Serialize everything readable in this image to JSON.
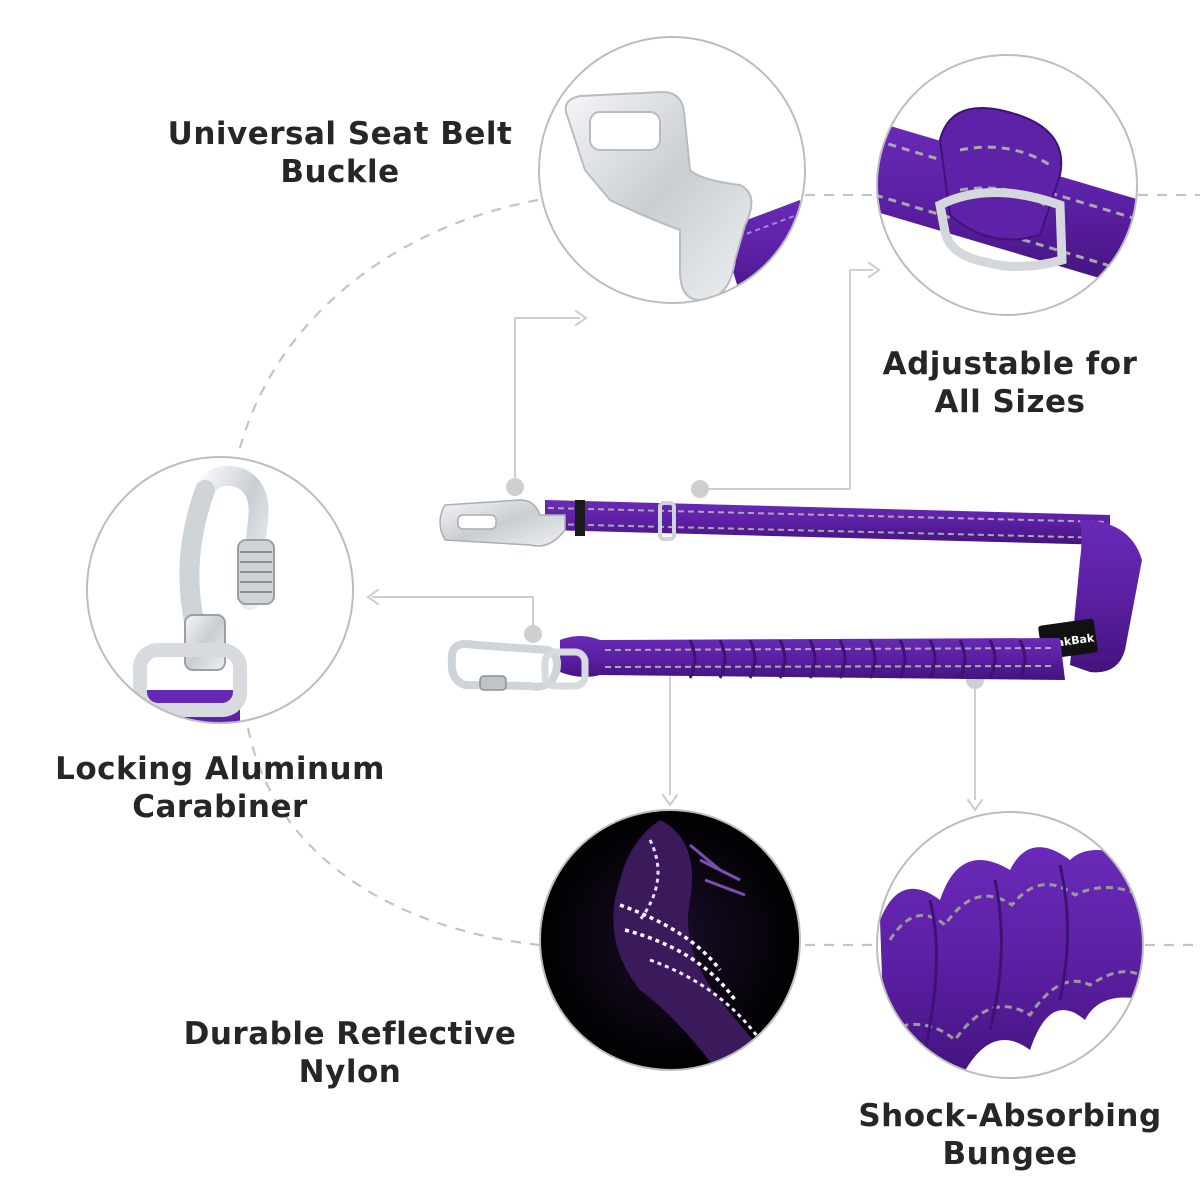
{
  "features": {
    "seat_belt_buckle": {
      "line1": "Universal Seat Belt",
      "line2": "Buckle"
    },
    "adjustable": {
      "line1": "Adjustable for",
      "line2": "All Sizes"
    },
    "carabiner": {
      "line1": "Locking Aluminum",
      "line2": "Carabiner"
    },
    "reflective": {
      "line1": "Durable Reflective",
      "line2": "Nylon"
    },
    "bungee": {
      "line1": "Shock-Absorbing",
      "line2": "Bungee"
    }
  },
  "product": {
    "brand_tag": "APakBak"
  },
  "colors": {
    "strap_purple": "#5b1fa3",
    "strap_dark": "#3f1278",
    "metal": "#d9dde1",
    "label_text": "#262626",
    "guide_line": "#c4c4c4"
  },
  "icons": [
    "seat-belt-buckle-icon",
    "slider-buckle-icon",
    "carabiner-icon",
    "reflective-nylon-icon",
    "bungee-icon"
  ]
}
